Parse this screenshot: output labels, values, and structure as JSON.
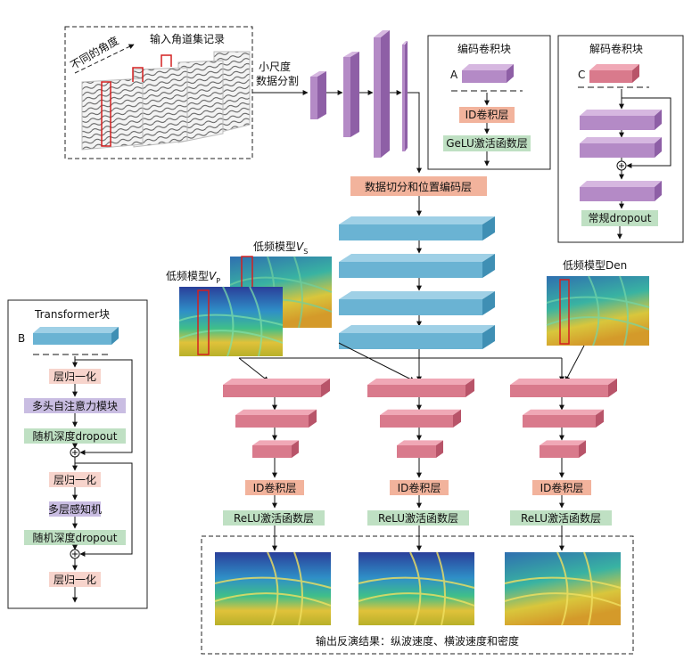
{
  "input_panel": {
    "angle_label": "不同的角度",
    "gather_label": "输入角道集记录",
    "split_label_line1": "小尺度",
    "split_label_line2": "数据分割"
  },
  "encoder_block": {
    "title": "编码卷积块",
    "letter": "A",
    "conv_label": "ID卷积层",
    "act_label": "GeLU激活函数层"
  },
  "decoder_block": {
    "title": "解码卷积块",
    "letter": "C",
    "dropout_label": "常规dropout"
  },
  "transformer_block": {
    "title": "Transformer块",
    "letter": "B",
    "steps": [
      "层归一化",
      "多头自注意力模块",
      "随机深度dropout",
      "层归一化",
      "多层感知机",
      "随机深度dropout",
      "层归一化"
    ]
  },
  "main": {
    "embed_label": "数据切分和位置编码层",
    "lf_vs_label": "低频模型",
    "lf_vs_sym": "V",
    "lf_vs_sub": "S",
    "lf_vp_label": "低频模型",
    "lf_vp_sym": "V",
    "lf_vp_sub": "P",
    "lf_den_label": "低频模型Den",
    "branch_conv_label": "ID卷积层",
    "branch_act_label": "ReLU激活函数层",
    "output_label": "输出反演结果：纵波速度、横波速度和密度"
  },
  "colors": {
    "purple_front": "#b48ac6",
    "purple_top": "#d6b7e0",
    "purple_side": "#8e5fa6",
    "blue_front": "#6ab3d3",
    "blue_top": "#9fd0e6",
    "blue_side": "#3f8fb4",
    "red_front": "#d97a8c",
    "red_top": "#f0a8b6",
    "red_side": "#b85469",
    "orange_box": "#f2b39c",
    "green_box": "#bfe0c3",
    "lavender_box": "#c9bde2",
    "pink_box": "#f7d4cc"
  }
}
